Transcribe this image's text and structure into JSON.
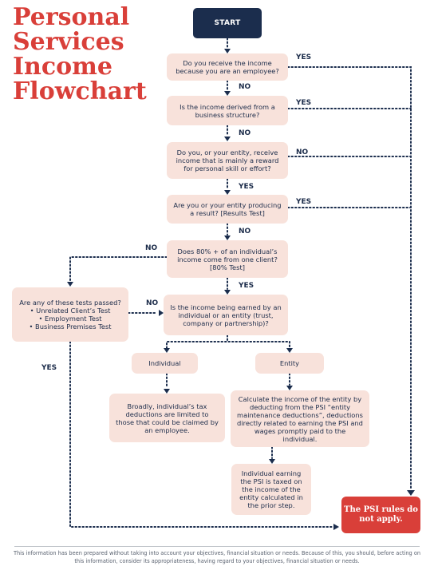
{
  "title": [
    "Personal",
    "Services",
    "Income",
    "Flowchart"
  ],
  "start": "START",
  "questions": {
    "q1": "Do you receive the income because you are an employee?",
    "q2": "Is the income derived from a business structure?",
    "q3": "Do you, or your entity, receive income that is mainly a reward for personal skill or effort?",
    "q4": "Are you or your entity producing a result? [Results Test]",
    "q5": "Does 80% + of an individual’s income come from one client? [80% Test]",
    "q6": "Is the income being earned by an individual or an entity (trust, company or partnership)?",
    "tests": "Are any of these tests passed?\n• Unrelated Client’s Test\n• Employment Test\n• Business Premises Test"
  },
  "branches": {
    "individual": "Individual",
    "entity": "Entity",
    "individual_text": "Broadly, individual’s tax deductions are limited to those that could be claimed by an employee.",
    "entity_text": "Calculate the income of the entity by deducting from the PSI “entity maintenance deductions”, deductions directly related to earning the PSI and wages promptly paid to the individual.",
    "entity_taxed": "Individual earning the PSI is taxed on the income of the entity calculated in the prior step."
  },
  "labels": {
    "yes": "YES",
    "no": "NO"
  },
  "result": "The PSI rules do not apply.",
  "footer": "This information has been prepared without taking into account your objectives, financial situation or needs. Because of this, you should, before acting on this information, consider its appropriateness, having regard to your objectives, financial situation or needs.",
  "colors": {
    "navy": "#1b2d4d",
    "red": "#d93f39",
    "box": "#f8e2db"
  }
}
